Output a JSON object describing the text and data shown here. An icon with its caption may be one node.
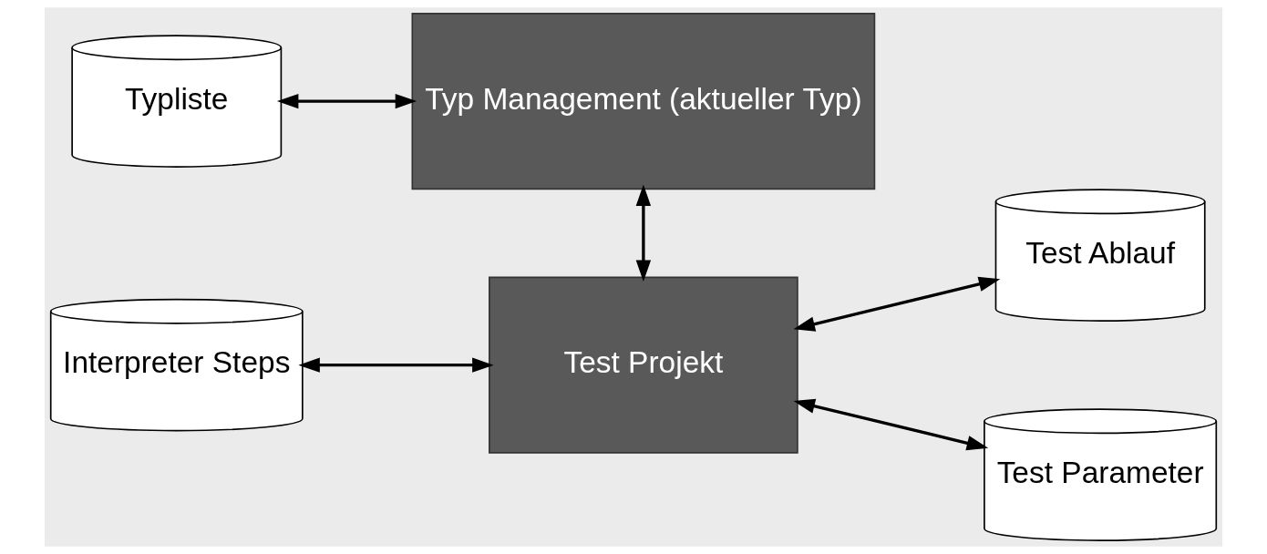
{
  "diagram": {
    "nodes": [
      {
        "text": [
          "Typliste"
        ]
      },
      {
        "text": [
          "Typ Management (aktueller Typ)"
        ]
      },
      {
        "text": [
          "Test Ablauf"
        ]
      },
      {
        "text": [
          "Interpreter Steps"
        ]
      },
      {
        "text": [
          "Test Projekt"
        ]
      },
      {
        "text": [
          "Test Parameter"
        ]
      }
    ],
    "edges": [
      {
        "from": 0,
        "to": 1,
        "arrow": "both"
      },
      {
        "from": 1,
        "to": 4,
        "arrow": "both"
      },
      {
        "from": 4,
        "to": 2,
        "arrow": "both"
      },
      {
        "from": 3,
        "to": 4,
        "arrow": "both"
      },
      {
        "from": 4,
        "to": 5,
        "arrow": "both"
      }
    ]
  }
}
